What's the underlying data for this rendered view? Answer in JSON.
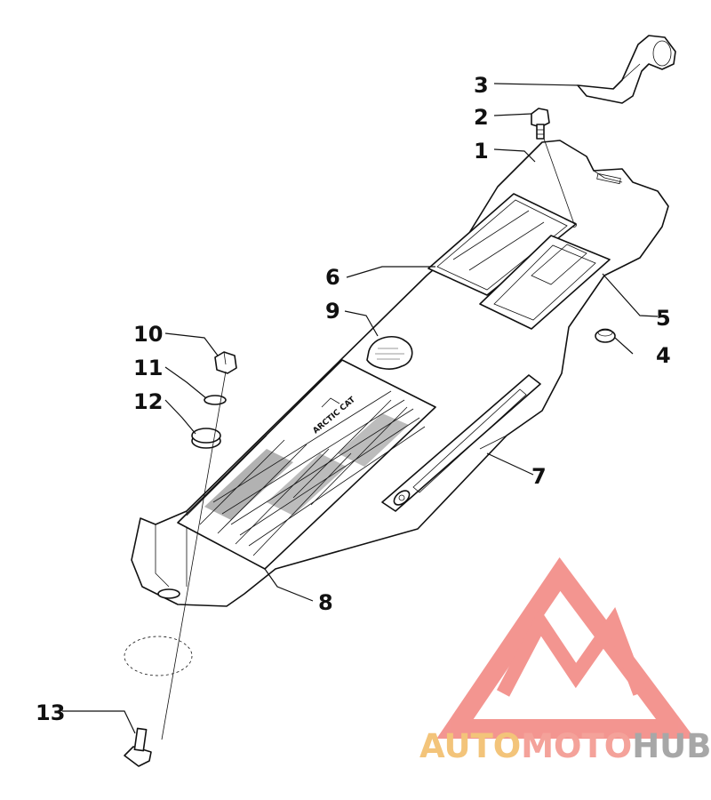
{
  "callouts": [
    {
      "id": "1",
      "label": "1"
    },
    {
      "id": "2",
      "label": "2"
    },
    {
      "id": "3",
      "label": "3"
    },
    {
      "id": "4",
      "label": "4"
    },
    {
      "id": "5",
      "label": "5"
    },
    {
      "id": "6",
      "label": "6"
    },
    {
      "id": "7",
      "label": "7"
    },
    {
      "id": "8",
      "label": "8"
    },
    {
      "id": "9",
      "label": "9"
    },
    {
      "id": "10",
      "label": "10"
    },
    {
      "id": "11",
      "label": "11"
    },
    {
      "id": "12",
      "label": "12"
    },
    {
      "id": "13",
      "label": "13"
    }
  ],
  "decal": {
    "brand": "ARCTIC CAT"
  },
  "watermark": {
    "part1": "AUTO",
    "part2": "MOTO",
    "part3": "HUB",
    "colors": {
      "auto": "#f3c47a",
      "moto": "#f4a29a",
      "hub": "#a7a7a7",
      "triangle": "#f28a85"
    }
  }
}
